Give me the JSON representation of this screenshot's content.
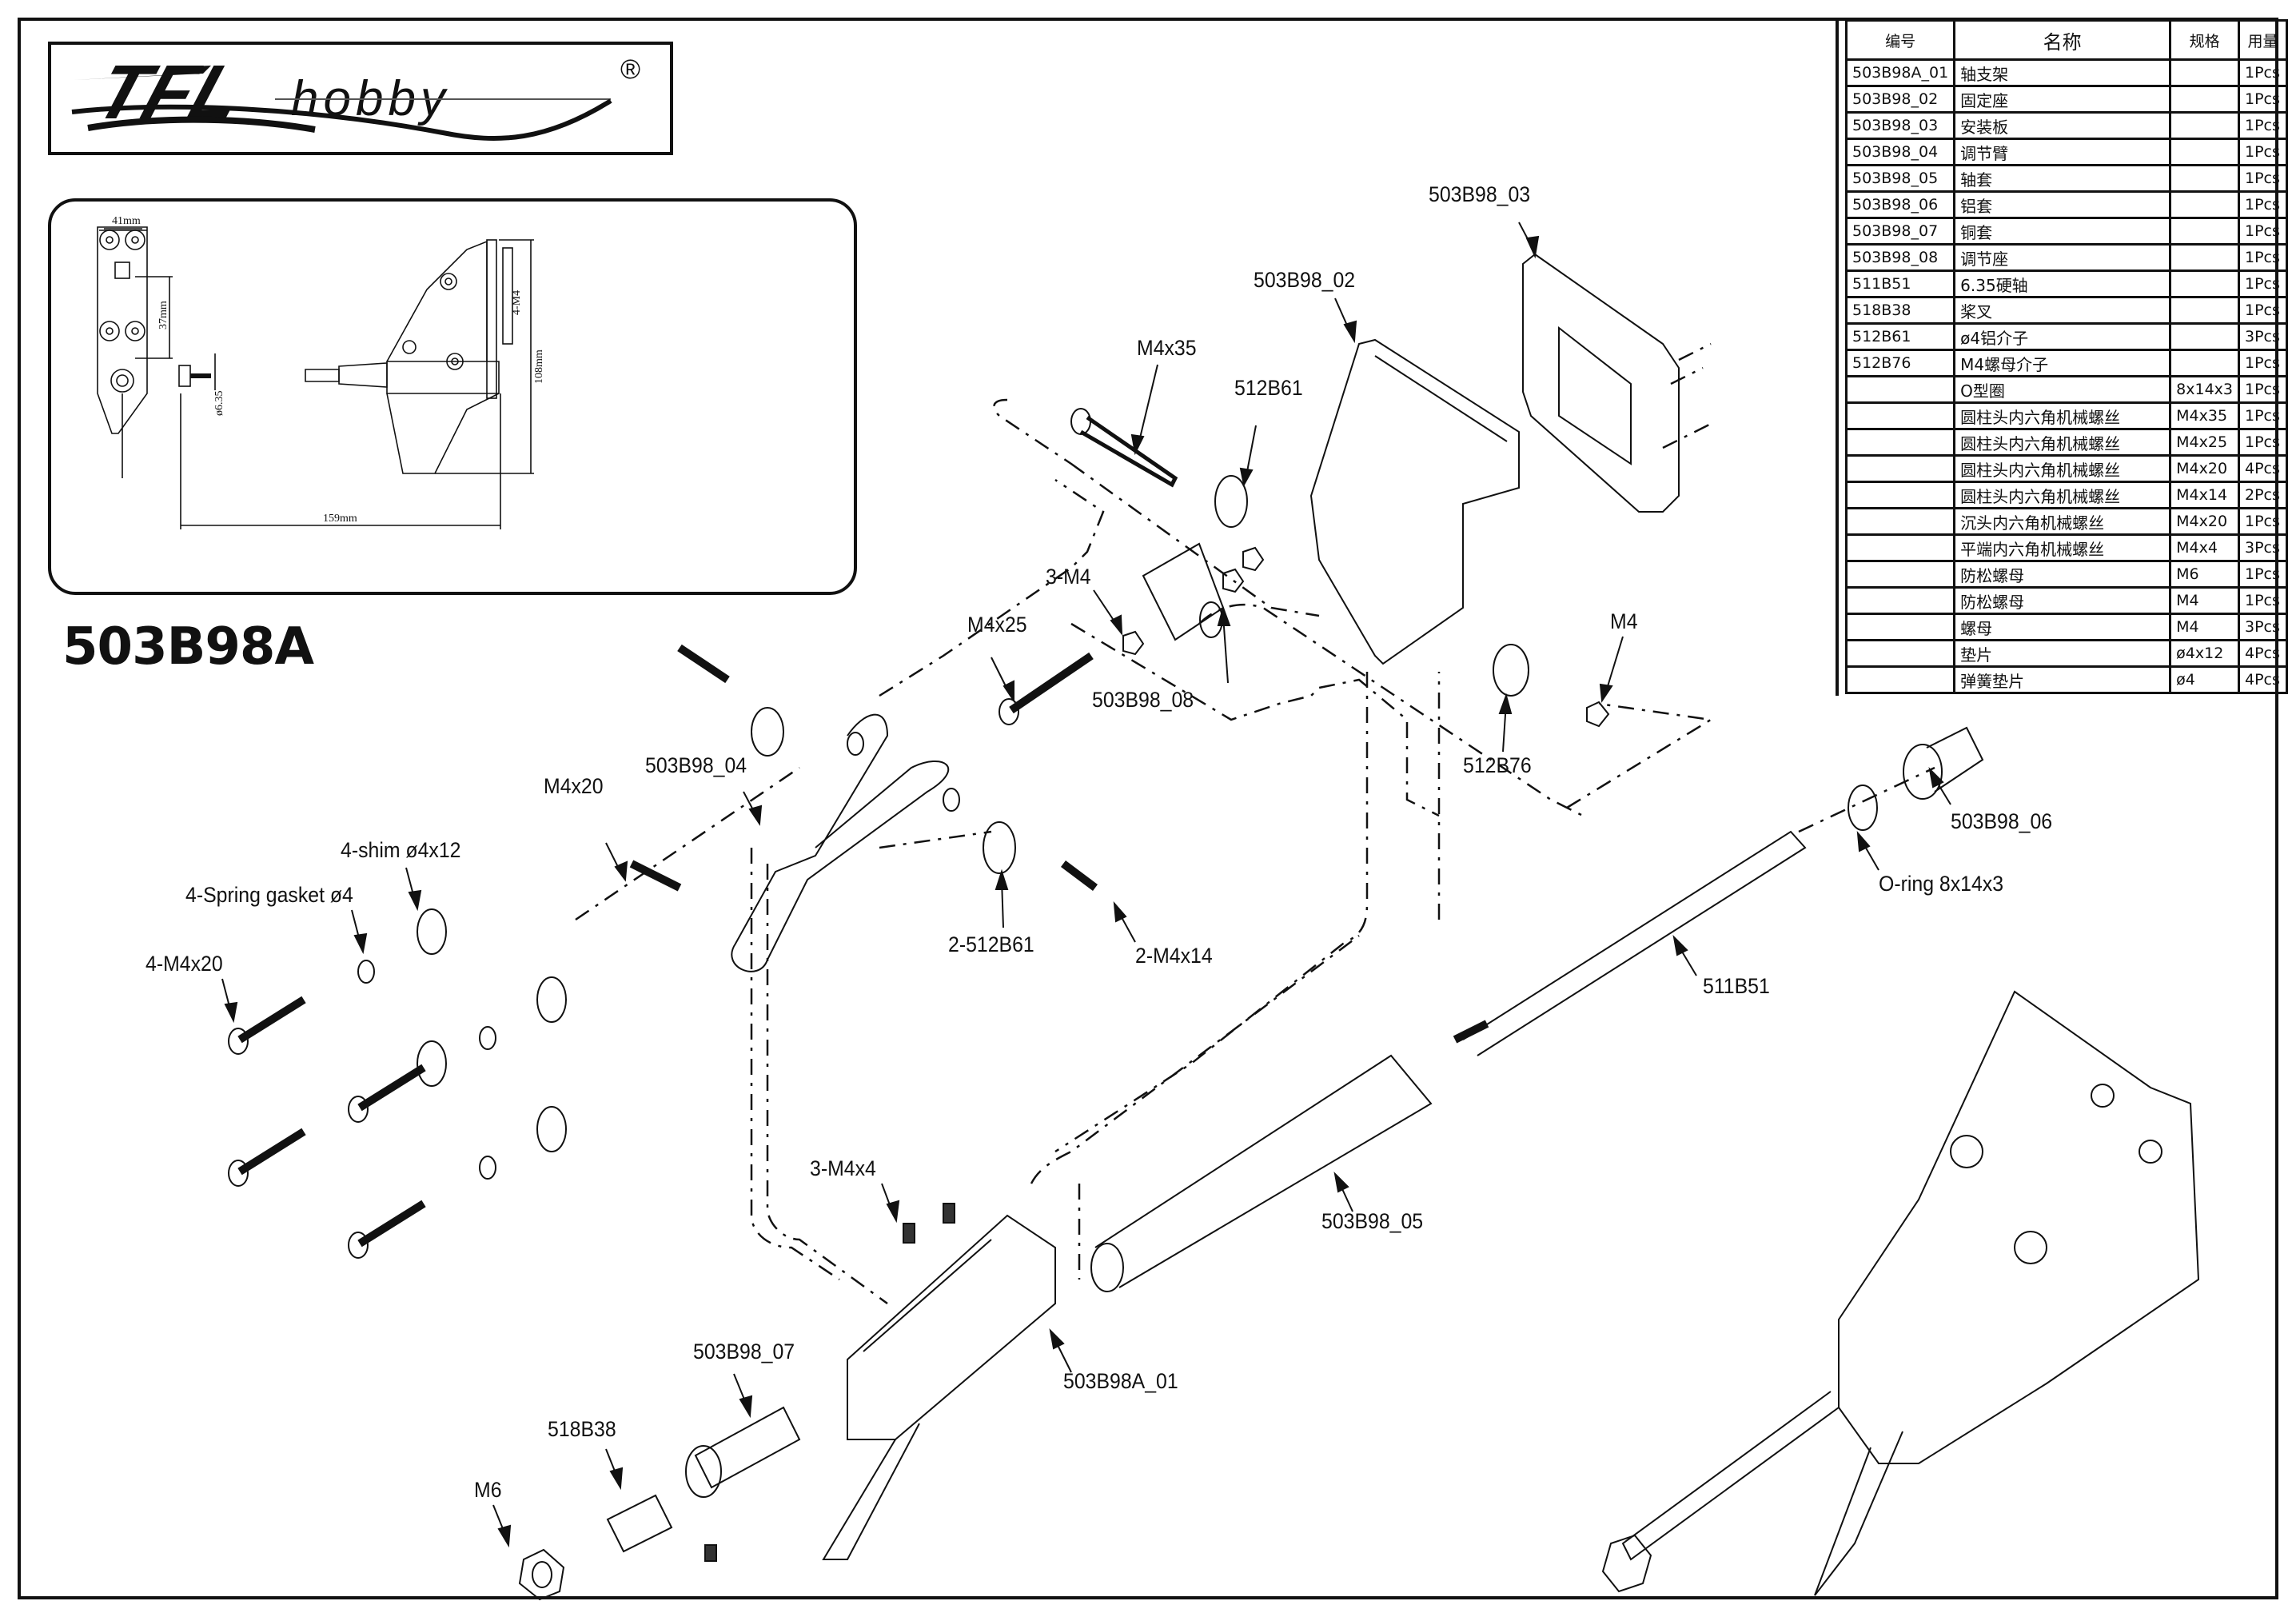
{
  "brand": {
    "logo_text": "TFLhobby",
    "logo_main": "TFL",
    "logo_sub": "hobby",
    "registered_mark": "®"
  },
  "model_number": "503B98A",
  "dimension_view": {
    "width_label": "41mm",
    "hole_spacing_label": "37mm",
    "height_label": "108mm",
    "length_label": "159mm",
    "shaft_diameter_label": "ø6.35",
    "mount_screw_label": "4-M4"
  },
  "parts_table": {
    "headers": {
      "code": "编号",
      "name": "名称",
      "spec": "规格",
      "qty": "用量"
    },
    "rows": [
      {
        "code": "503B98A_01",
        "name": "轴支架",
        "spec": "",
        "qty": "1Pcs"
      },
      {
        "code": "503B98_02",
        "name": "固定座",
        "spec": "",
        "qty": "1Pcs"
      },
      {
        "code": "503B98_03",
        "name": "安装板",
        "spec": "",
        "qty": "1Pcs"
      },
      {
        "code": "503B98_04",
        "name": "调节臂",
        "spec": "",
        "qty": "1Pcs"
      },
      {
        "code": "503B98_05",
        "name": "轴套",
        "spec": "",
        "qty": "1Pcs"
      },
      {
        "code": "503B98_06",
        "name": "铝套",
        "spec": "",
        "qty": "1Pcs"
      },
      {
        "code": "503B98_07",
        "name": "铜套",
        "spec": "",
        "qty": "1Pcs"
      },
      {
        "code": "503B98_08",
        "name": "调节座",
        "spec": "",
        "qty": "1Pcs"
      },
      {
        "code": "511B51",
        "name": "6.35硬轴",
        "spec": "",
        "qty": "1Pcs"
      },
      {
        "code": "518B38",
        "name": "桨叉",
        "spec": "",
        "qty": "1Pcs"
      },
      {
        "code": "512B61",
        "name": "ø4铝介子",
        "spec": "",
        "qty": "3Pcs"
      },
      {
        "code": "512B76",
        "name": "M4螺母介子",
        "spec": "",
        "qty": "1Pcs"
      },
      {
        "code": "",
        "name": "O型圈",
        "spec": "8x14x3",
        "qty": "1Pcs"
      },
      {
        "code": "",
        "name": "圆柱头内六角机械螺丝",
        "spec": "M4x35",
        "qty": "1Pcs"
      },
      {
        "code": "",
        "name": "圆柱头内六角机械螺丝",
        "spec": "M4x25",
        "qty": "1Pcs"
      },
      {
        "code": "",
        "name": "圆柱头内六角机械螺丝",
        "spec": "M4x20",
        "qty": "4Pcs"
      },
      {
        "code": "",
        "name": "圆柱头内六角机械螺丝",
        "spec": "M4x14",
        "qty": "2Pcs"
      },
      {
        "code": "",
        "name": "沉头内六角机械螺丝",
        "spec": "M4x20",
        "qty": "1Pcs"
      },
      {
        "code": "",
        "name": "平端内六角机械螺丝",
        "spec": "M4x4",
        "qty": "3Pcs"
      },
      {
        "code": "",
        "name": "防松螺母",
        "spec": "M6",
        "qty": "1Pcs"
      },
      {
        "code": "",
        "name": "防松螺母",
        "spec": "M4",
        "qty": "1Pcs"
      },
      {
        "code": "",
        "name": "螺母",
        "spec": "M4",
        "qty": "3Pcs"
      },
      {
        "code": "",
        "name": "垫片",
        "spec": "ø4x12",
        "qty": "4Pcs"
      },
      {
        "code": "",
        "name": "弹簧垫片",
        "spec": "ø4",
        "qty": "4Pcs"
      }
    ]
  },
  "callouts": {
    "part_03": "503B98_03",
    "part_02": "503B98_02",
    "m4x35": "M4x35",
    "washer_512b61": "512B61",
    "nut_3m4": "3-M4",
    "m4x25": "M4x25",
    "part_08": "503B98_08",
    "nut_m4": "M4",
    "nut_spacer_512b76": "512B76",
    "part_04": "503B98_04",
    "m4x20_countersunk": "M4x20",
    "shim": "4-shim ø4x12",
    "spring_gasket": "4-Spring gasket ø4",
    "m4x20_set": "4-M4x20",
    "washer_2_512b61": "2-512B61",
    "m4x14": "2-M4x14",
    "part_06": "503B98_06",
    "o_ring": "O-ring 8x14x3",
    "shaft_511b51": "511B51",
    "part_05": "503B98_05",
    "set_screw": "3-M4x4",
    "part_07": "503B98_07",
    "part_01": "503B98A_01",
    "prop_drive_518b38": "518B38",
    "nut_m6": "M6"
  }
}
